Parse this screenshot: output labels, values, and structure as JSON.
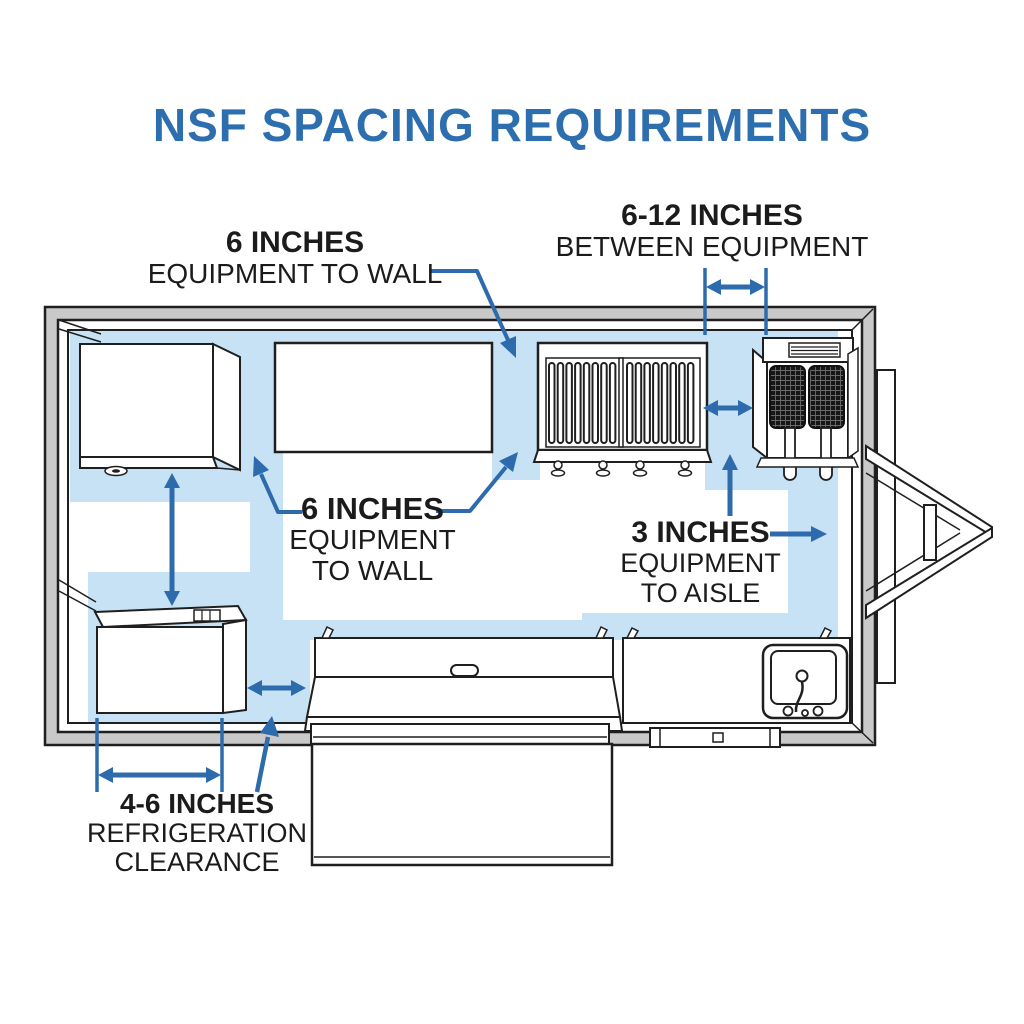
{
  "title": "NSF SPACING REQUIREMENTS",
  "annotations": {
    "top_left": {
      "value": "6 INCHES",
      "label": "EQUIPMENT TO WALL"
    },
    "top_right": {
      "value": "6-12 INCHES",
      "label": "BETWEEN EQUIPMENT"
    },
    "center": {
      "value": "6 INCHES",
      "label_line1": "EQUIPMENT",
      "label_line2": "TO WALL"
    },
    "right": {
      "value": "3 INCHES",
      "label_line1": "EQUIPMENT",
      "label_line2": "TO AISLE"
    },
    "bottom_left": {
      "value": "4-6 INCHES",
      "label_line1": "REFRIGERATION",
      "label_line2": "CLEARANCE"
    }
  },
  "colors": {
    "accent_blue": "#2d6fae",
    "arrow_blue": "#2d6bad",
    "clearance_zone": "#c7e2f4",
    "wall_gray": "#c9c9c9",
    "line_dark": "#1f1f1f",
    "text_black": "#1b1b1b"
  },
  "diagram": {
    "type": "food-trailer-floor-plan",
    "equipment": [
      "storage-unit",
      "prep-counter",
      "grill",
      "double-fryer",
      "refrigerator",
      "prep-cooler",
      "serving-shelf",
      "entry-step",
      "sink-counter",
      "trailer-hitch"
    ]
  }
}
